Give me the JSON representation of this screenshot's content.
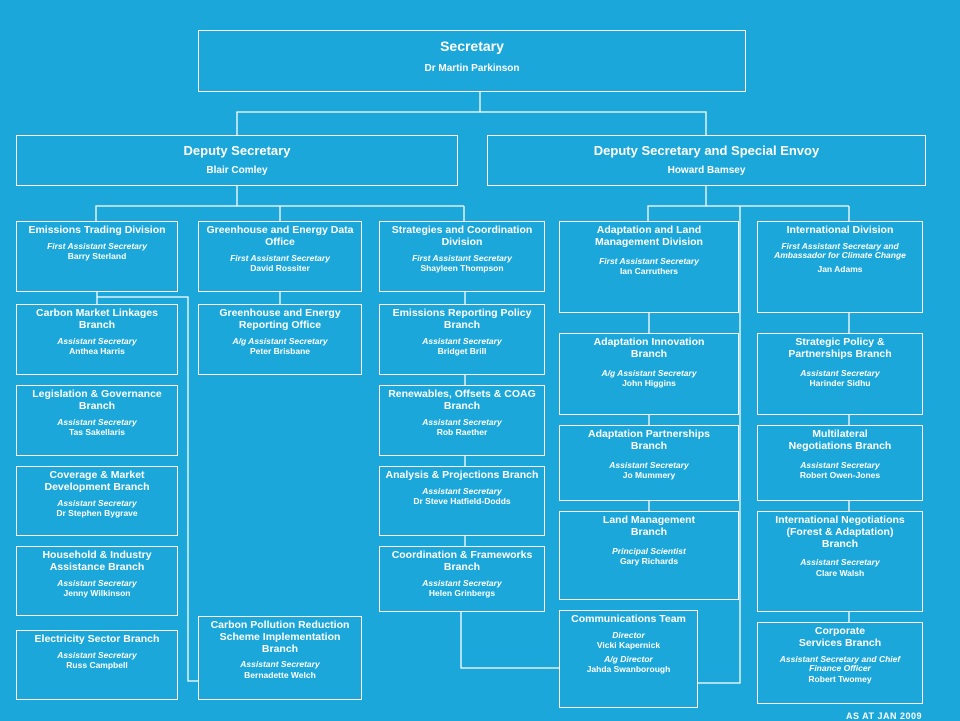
{
  "secretary": {
    "title": "Secretary",
    "name": "Dr Martin Parkinson"
  },
  "deputy_left": {
    "title": "Deputy Secretary",
    "name": "Blair Comley"
  },
  "deputy_right": {
    "title": "Deputy Secretary and Special Envoy",
    "name": "Howard Bamsey"
  },
  "col1": [
    {
      "title": "Emissions Trading Division",
      "role": "First Assistant Secretary",
      "name": "Barry Sterland"
    },
    {
      "title": "Carbon Market Linkages Branch",
      "role": "Assistant Secretary",
      "name": "Anthea Harris"
    },
    {
      "title": "Legislation & Governance Branch",
      "role": "Assistant Secretary",
      "name": "Tas Sakellaris"
    },
    {
      "title": "Coverage & Market Development Branch",
      "role": "Assistant Secretary",
      "name": "Dr Stephen Bygrave"
    },
    {
      "title": "Household & Industry Assistance Branch",
      "role": "Assistant Secretary",
      "name": "Jenny Wilkinson"
    },
    {
      "title": "Electricity Sector Branch",
      "role": "Assistant Secretary",
      "name": "Russ Campbell"
    }
  ],
  "col2": [
    {
      "title": "Greenhouse and Energy Data Office",
      "role": "First Assistant Secretary",
      "name": "David Rossiter"
    },
    {
      "title": "Greenhouse and Energy Reporting Office",
      "role": "A/g Assistant Secretary",
      "name": "Peter Brisbane"
    },
    {
      "title": "Carbon Pollution Reduction Scheme Implementation Branch",
      "role": "Assistant Secretary",
      "name": "Bernadette Welch"
    }
  ],
  "col3": [
    {
      "title": "Strategies and Coordination Division",
      "role": "First Assistant Secretary",
      "name": "Shayleen Thompson"
    },
    {
      "title": "Emissions Reporting Policy Branch",
      "role": "Assistant Secretary",
      "name": "Bridget Brill"
    },
    {
      "title": "Renewables, Offsets & COAG Branch",
      "role": "Assistant Secretary",
      "name": "Rob Raether"
    },
    {
      "title": "Analysis & Projections Branch",
      "role": "Assistant Secretary",
      "name": "Dr Steve Hatfield-Dodds"
    },
    {
      "title": "Coordination & Frameworks Branch",
      "role": "Assistant Secretary",
      "name": "Helen Grinbergs"
    }
  ],
  "col4": [
    {
      "title": "Adaptation and Land Management Division",
      "role": "First Assistant Secretary",
      "name": "Ian Carruthers"
    },
    {
      "title": "Adaptation Innovation Branch",
      "role": "A/g Assistant Secretary",
      "name": "John Higgins"
    },
    {
      "title": "Adaptation Partnerships Branch",
      "role": "Assistant Secretary",
      "name": "Jo Mummery"
    },
    {
      "title": "Land Management Branch",
      "role": "Principal Scientist",
      "name": "Gary Richards"
    },
    {
      "title": "Communications Team",
      "role": "Director",
      "name": "Vicki Kapernick",
      "role2": "A/g Director",
      "name2": "Jahda Swanborough"
    }
  ],
  "col5": [
    {
      "title": "International Division",
      "role": "First Assistant Secretary and Ambassador for Climate Change",
      "name": "Jan Adams"
    },
    {
      "title": "Strategic Policy & Partnerships Branch",
      "role": "Assistant Secretary",
      "name": "Harinder Sidhu"
    },
    {
      "title": "Multilateral Negotiations Branch",
      "role": "Assistant Secretary",
      "name": "Robert Owen-Jones"
    },
    {
      "title": "International Negotiations (Forest & Adaptation) Branch",
      "role": "Assistant Secretary",
      "name": "Clare Walsh"
    },
    {
      "title": "Corporate Services Branch",
      "role": "Assistant Secretary and Chief Finance Officer",
      "name": "Robert Twomey"
    }
  ],
  "footer": "AS AT JAN 2009",
  "colors": {
    "background": "#1ba7d9",
    "line": "#ffffff"
  }
}
